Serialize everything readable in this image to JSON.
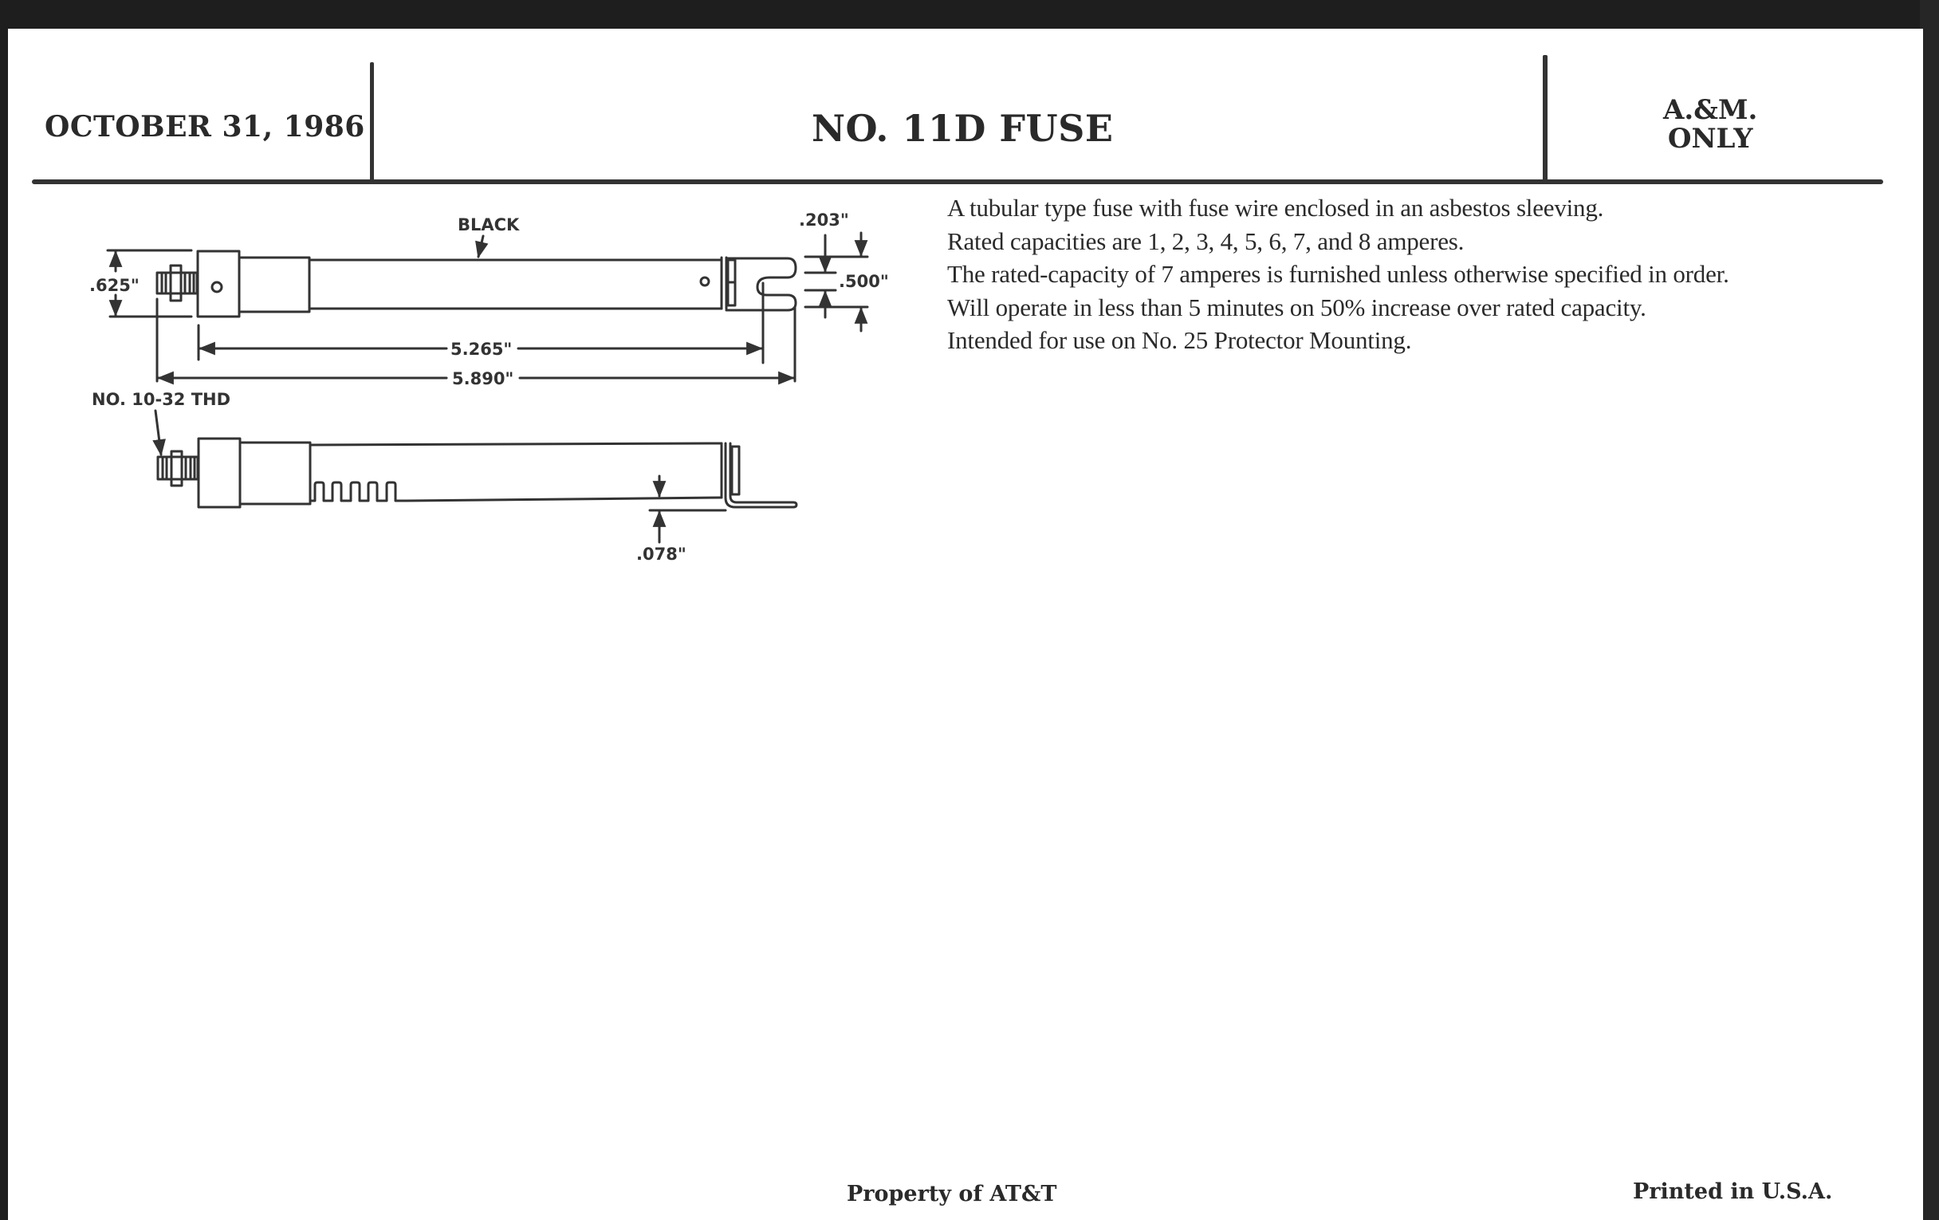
{
  "header": {
    "date": "OCTOBER 31, 1986",
    "title": "NO. 11D FUSE",
    "restriction_line1": "A.&M.",
    "restriction_line2": "ONLY"
  },
  "description": [
    "A tubular type fuse with fuse wire enclosed in an asbestos sleeving.",
    "Rated capacities are 1, 2, 3, 4, 5, 6, 7, and 8 amperes.",
    "The rated-capacity of 7 amperes is furnished unless otherwise specified in order.",
    "Will operate in less than 5 minutes on 50% increase over rated capacity.",
    "Intended for use on No. 25 Protector Mounting."
  ],
  "drawing": {
    "labels": {
      "color_note": "BLACK",
      "diameter": ".625\"",
      "clip_gap": ".203\"",
      "clip_width": ".500\"",
      "body_length": "5.265\"",
      "overall_length": "5.890\"",
      "thread": "NO. 10-32 THD",
      "clip_thickness": ".078\""
    }
  },
  "footer": {
    "property": "Property of AT&T",
    "printed": "Printed in U.S.A."
  }
}
